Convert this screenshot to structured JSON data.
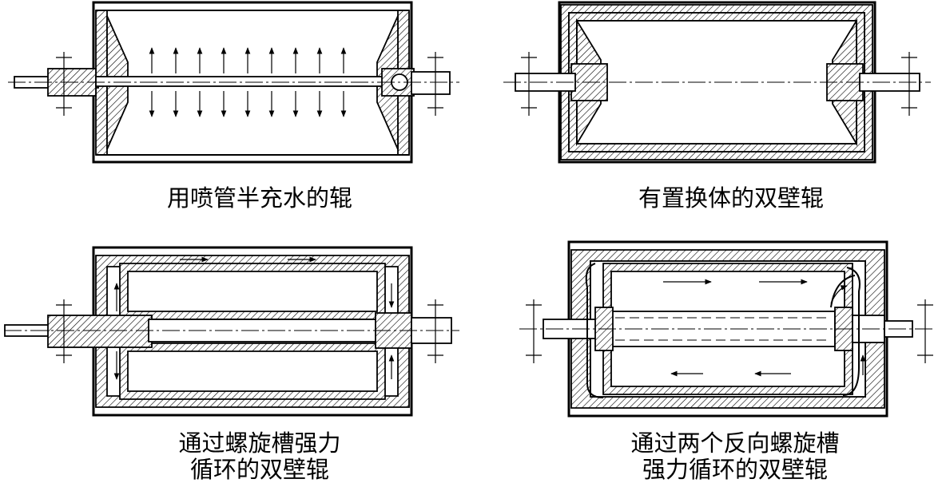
{
  "diagrams": [
    {
      "id": "roller-spray-pipe",
      "caption_lines": [
        "用喷管半充水的辊"
      ]
    },
    {
      "id": "roller-double-wall-displacer",
      "caption_lines": [
        "有置换体的双壁辊"
      ]
    },
    {
      "id": "roller-double-wall-spiral",
      "caption_lines": [
        "通过螺旋槽强力",
        "循环的双壁辊"
      ]
    },
    {
      "id": "roller-double-wall-two-spiral",
      "caption_lines": [
        "通过两个反向螺旋槽",
        "强力循环的双壁辊"
      ]
    }
  ]
}
